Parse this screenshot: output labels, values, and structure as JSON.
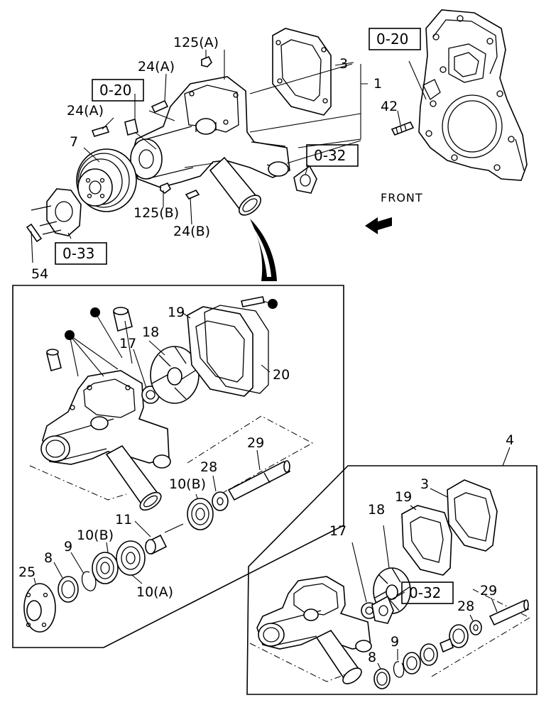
{
  "labels": {
    "l125a": "125(A)",
    "l24a_top": "24(A)",
    "l24a_left": "24(A)",
    "l3_top": "3",
    "l1": "1",
    "l42": "42",
    "l7": "7",
    "l125b": "125(B)",
    "l24b": "24(B)",
    "l54": "54",
    "l19_detail": "19",
    "l18_detail": "18",
    "l17_detail": "17",
    "l20": "20",
    "l29_detail": "29",
    "l28_detail": "28",
    "l10b_upper": "10(B)",
    "l11": "11",
    "l10b_lower": "10(B)",
    "l9_detail": "9",
    "l8_detail": "8",
    "l25": "25",
    "l10a": "10(A)",
    "l4": "4",
    "l3_kit": "3",
    "l19_kit": "19",
    "l18_kit": "18",
    "l17_kit": "17",
    "l29_kit": "29",
    "l28_kit": "28",
    "l9_kit": "9",
    "l8_kit": "8"
  },
  "ref_boxes": {
    "ref_0_20_left": "0-20",
    "ref_0_20_right": "0-20",
    "ref_0_32_upper": "0-32",
    "ref_0_33": "0-33",
    "ref_0_32_kit": "0-32"
  },
  "front_label": "FRONT"
}
